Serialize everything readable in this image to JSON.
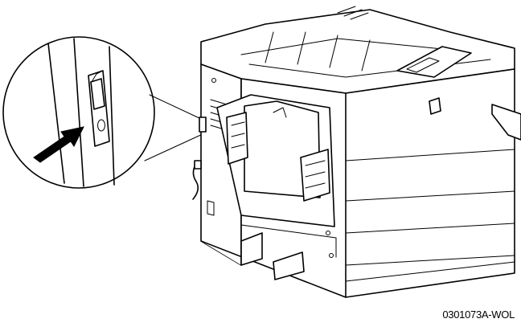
{
  "figure": {
    "id_label": "0301073A-WOL"
  },
  "icons": {
    "callout": "magnified-power-switch",
    "arrow": "pointing-arrow-icon",
    "switch": "rocker-switch-icon",
    "device": "printer-illustration"
  },
  "colors": {
    "line": "#000000",
    "background": "#ffffff"
  }
}
